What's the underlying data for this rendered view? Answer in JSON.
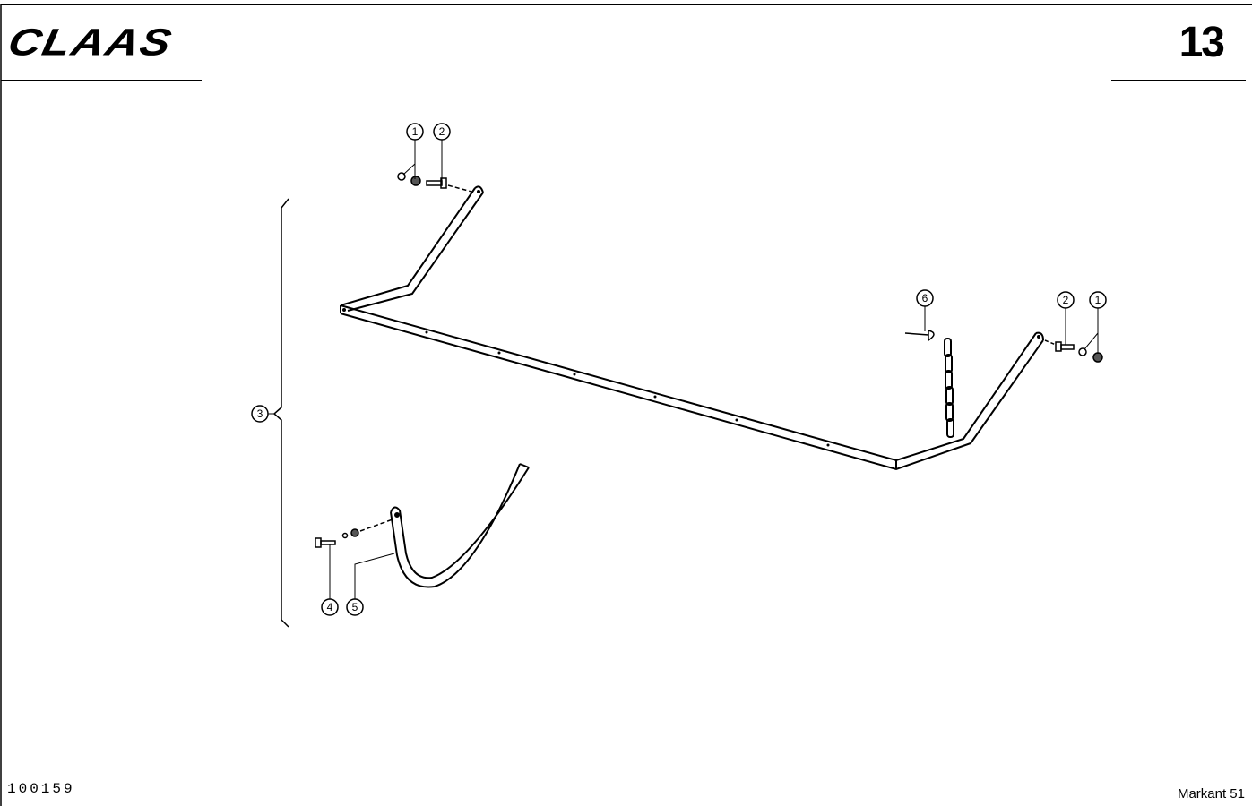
{
  "header": {
    "brand_logo": "CLAAS",
    "page_number": "13"
  },
  "footer": {
    "document_number": "100159",
    "model": "Markant 51"
  },
  "diagram": {
    "callouts": {
      "top_left_1": "1",
      "top_left_2": "2",
      "assembly_3": "3",
      "bolt_4": "4",
      "tine_5": "5",
      "chain_6": "6",
      "right_2": "2",
      "right_1": "1"
    }
  }
}
